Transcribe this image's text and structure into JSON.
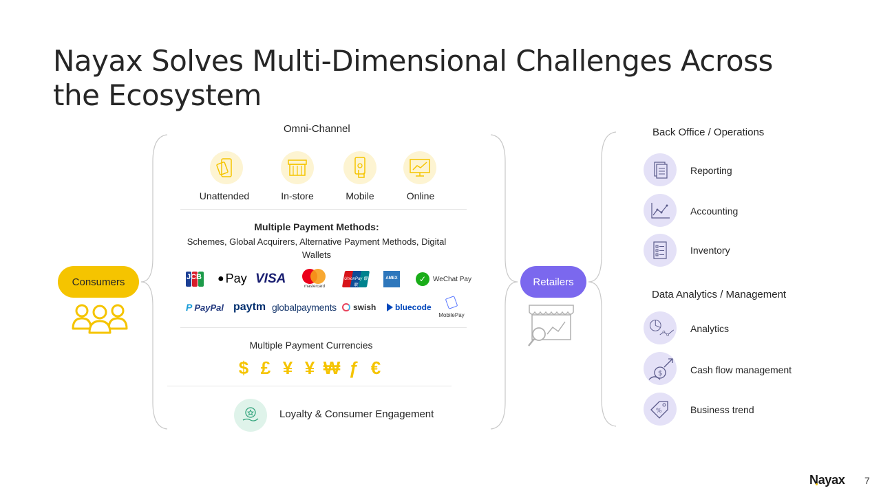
{
  "title": "Nayax Solves Multi-Dimensional Challenges Across the Ecosystem",
  "omni": {
    "heading": "Omni-Channel",
    "channels": [
      {
        "label": "Unattended",
        "icon": "card-tap-icon"
      },
      {
        "label": "In-store",
        "icon": "storefront-icon"
      },
      {
        "label": "Mobile",
        "icon": "mobile-touch-icon"
      },
      {
        "label": "Online",
        "icon": "monitor-chart-icon"
      }
    ]
  },
  "payment_methods": {
    "title": "Multiple Payment Methods:",
    "subtitle": "Schemes, Global Acquirers, Alternative Payment Methods, Digital Wallets",
    "logos_row1": [
      "JCB",
      "Pay",
      "VISA",
      "mastercard",
      "UnionPay 银联",
      "AMEX",
      "WeChat Pay"
    ],
    "logos_row2": [
      "PayPal",
      "paytm",
      "globalpayments",
      "swish",
      "bluecode",
      "MobilePay"
    ]
  },
  "currencies": {
    "title": "Multiple Payment Currencies",
    "symbols": [
      "$",
      "£",
      "¥",
      "¥",
      "₩",
      "ƒ",
      "€"
    ]
  },
  "loyalty": {
    "label": "Loyalty & Consumer Engagement"
  },
  "consumers": {
    "label": "Consumers"
  },
  "retailers": {
    "label": "Retailers"
  },
  "back_office": {
    "heading": "Back Office / Operations",
    "items": [
      {
        "label": "Reporting",
        "icon": "report-icon"
      },
      {
        "label": "Accounting",
        "icon": "line-chart-icon"
      },
      {
        "label": "Inventory",
        "icon": "checklist-icon"
      }
    ]
  },
  "analytics": {
    "heading": "Data Analytics / Management",
    "items": [
      {
        "label": "Analytics",
        "icon": "pie-chart-icon"
      },
      {
        "label": "Cash flow management",
        "icon": "cash-flow-icon"
      },
      {
        "label": "Business trend",
        "icon": "price-tag-icon"
      }
    ]
  },
  "footer": {
    "brand": "Nayax",
    "page": "7"
  },
  "colors": {
    "yellow": "#f5c400",
    "purple": "#7b68ee",
    "icon_bg_yellow": "#fdf4d2",
    "icon_bg_purple": "#e4e1f7"
  }
}
